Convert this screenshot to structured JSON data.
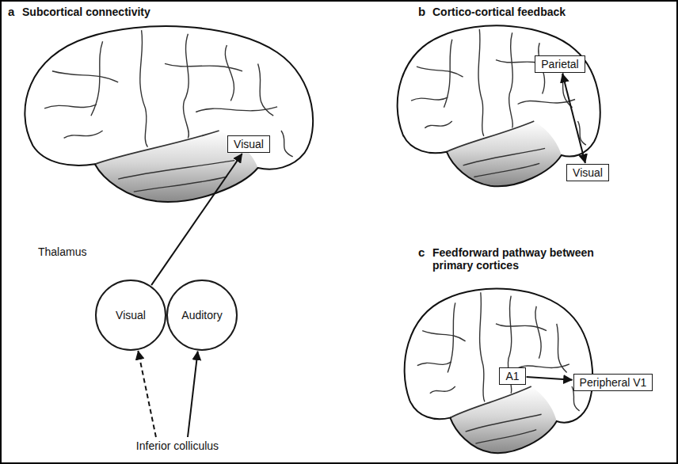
{
  "diagram": {
    "nodes": [
      {
        "text": [
          "Visual"
        ]
      },
      {
        "text": [
          "Visual"
        ]
      },
      {
        "text": [
          "Auditory"
        ]
      },
      {
        "text": [
          "Inferior colliculus"
        ]
      },
      {
        "text": [
          "Parietal"
        ]
      },
      {
        "text": [
          "Visual"
        ]
      },
      {
        "text": [
          "A1"
        ]
      },
      {
        "text": [
          "Peripheral V1"
        ]
      }
    ],
    "edges": [
      {
        "from": 1,
        "to": 0,
        "arrow": "to"
      },
      {
        "from": 3,
        "to": 1,
        "arrow": "to"
      },
      {
        "from": 3,
        "to": 2,
        "arrow": "to"
      },
      {
        "from": 4,
        "to": 5,
        "arrow": "both"
      },
      {
        "from": 6,
        "to": 7,
        "arrow": "to"
      }
    ],
    "labels": [
      "a",
      "Subcortical connectivity",
      "Thalamus",
      "b",
      "Cortico-cortical feedback",
      "c",
      "Feedforward pathway between primary cortices"
    ]
  }
}
